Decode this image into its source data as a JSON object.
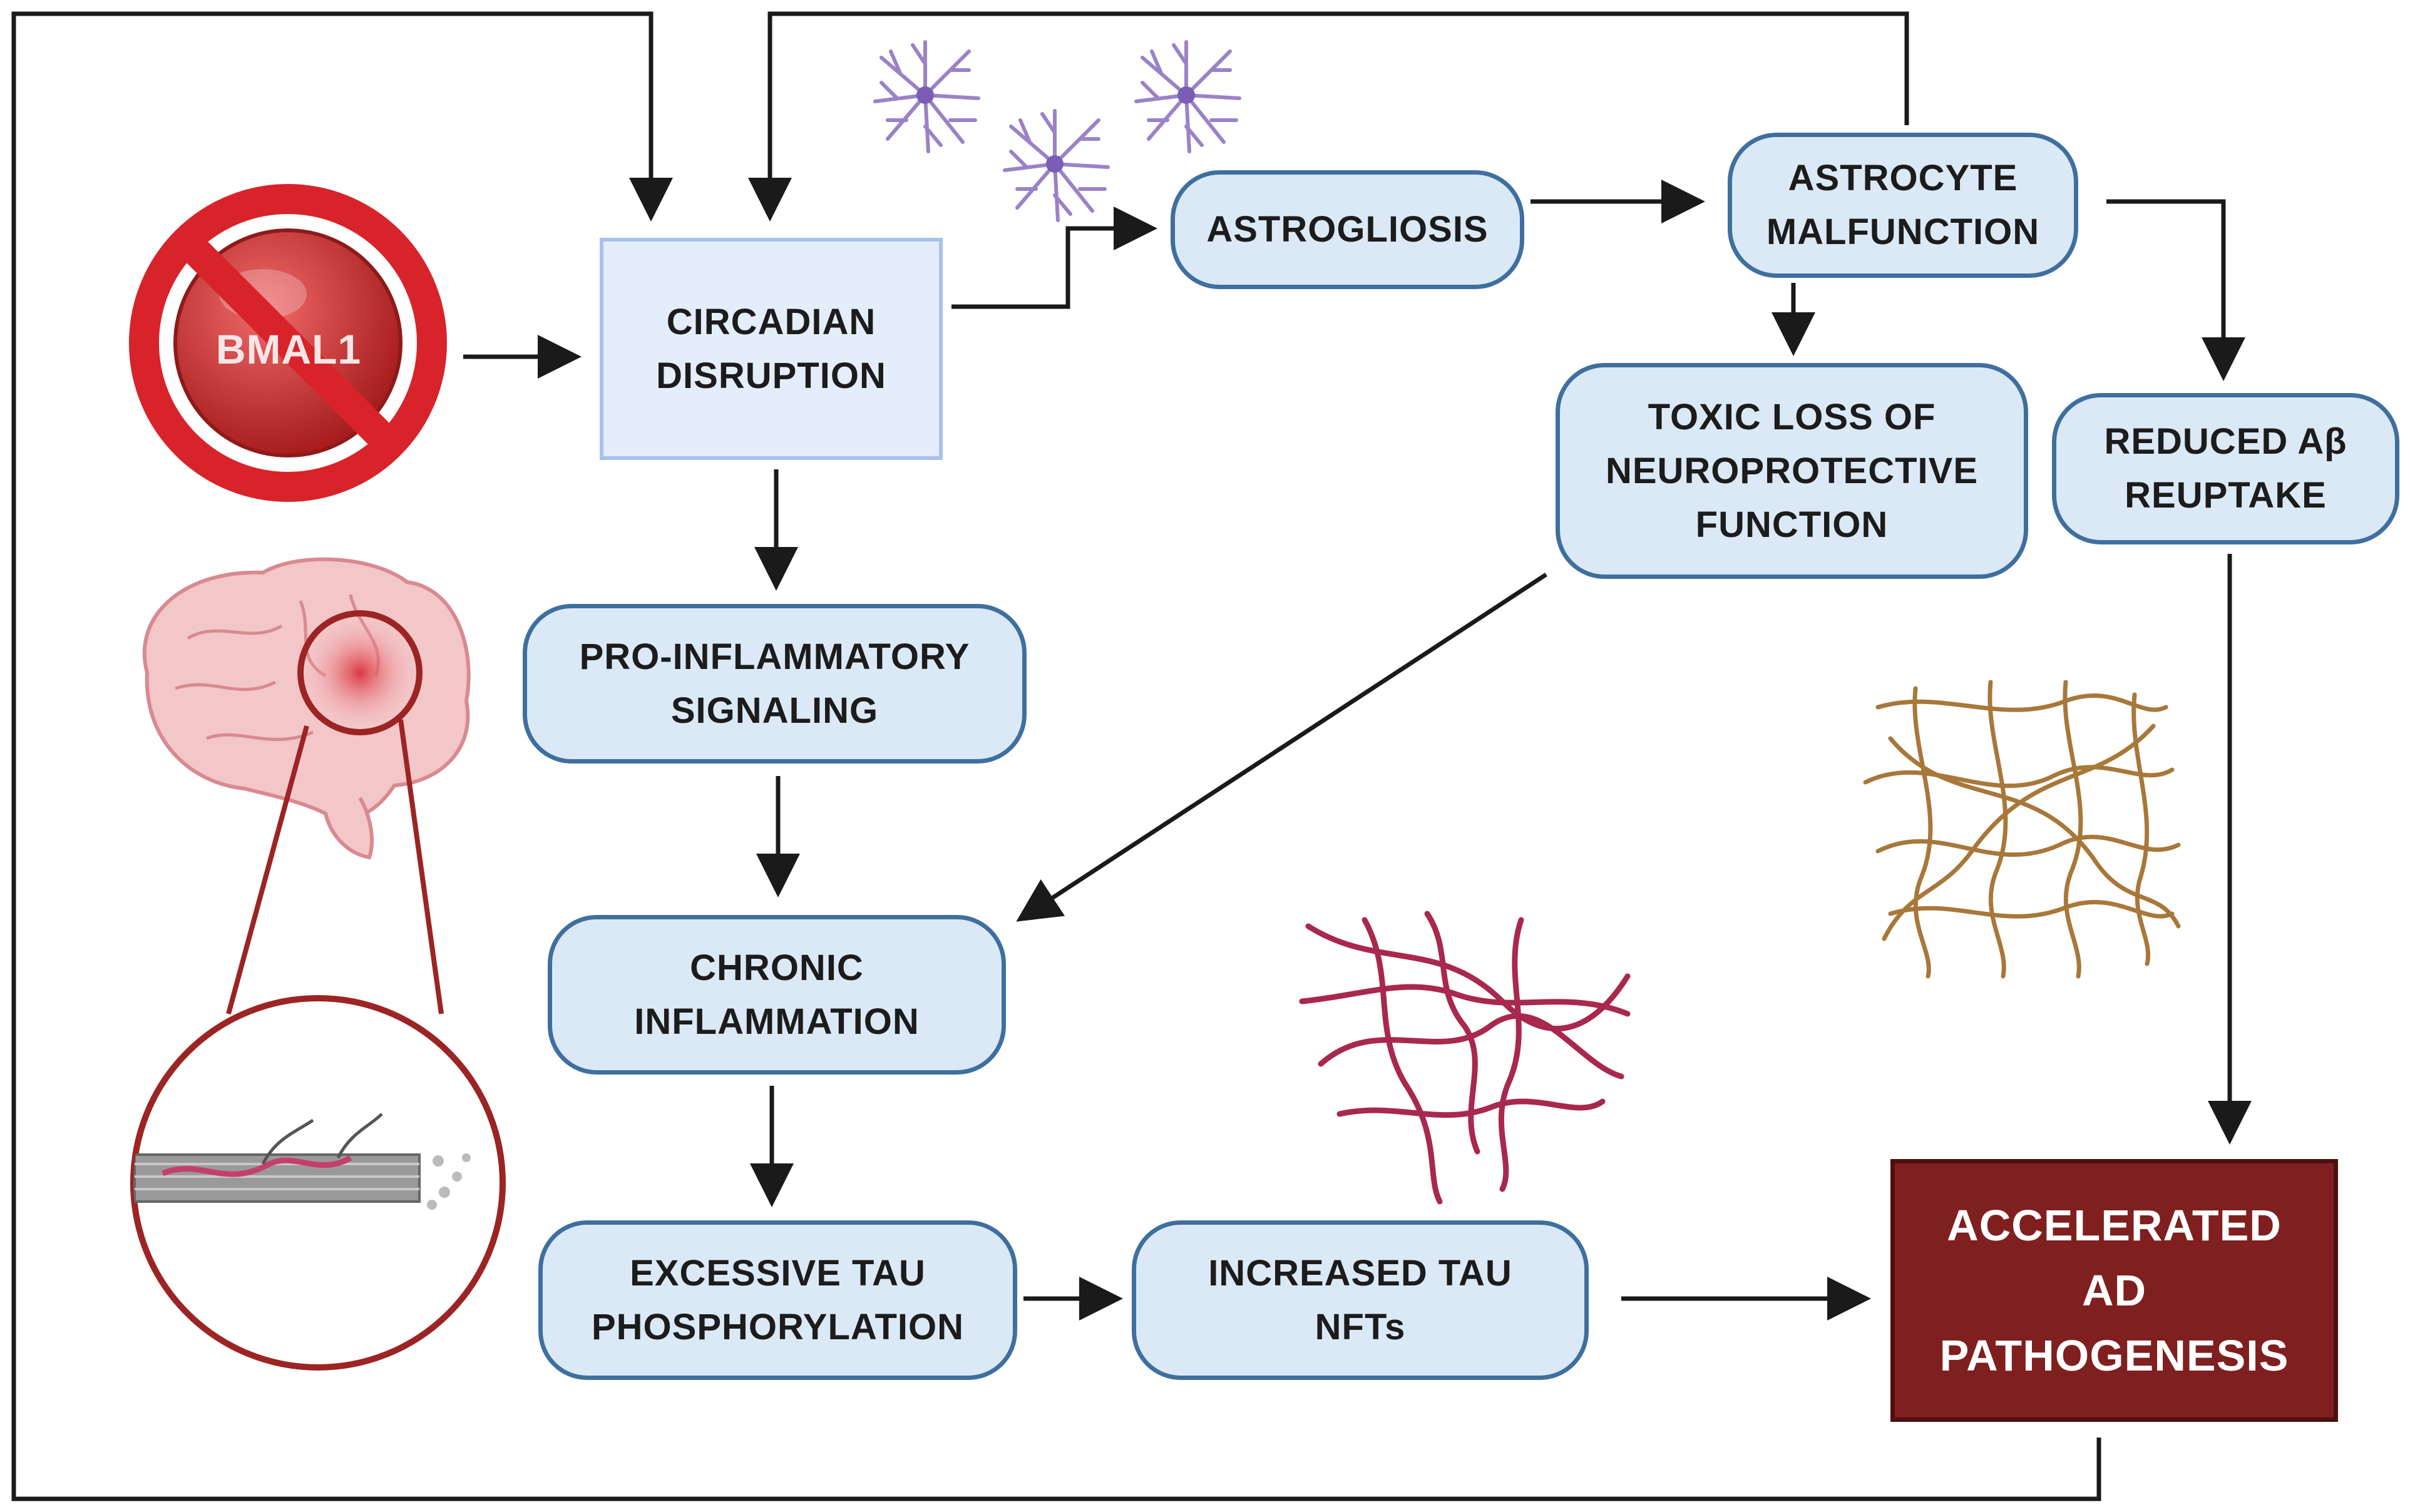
{
  "nodes": {
    "bmal1": {
      "label": "BMAL1"
    },
    "circadian": {
      "lines": [
        "CIRCADIAN",
        "DISRUPTION"
      ]
    },
    "astrogliosis": {
      "lines": [
        "ASTROGLIOSIS"
      ]
    },
    "astrocyte": {
      "lines": [
        "ASTROCYTE",
        "MALFUNCTION"
      ]
    },
    "toxic": {
      "lines": [
        "TOXIC LOSS OF",
        "NEUROPROTECTIVE",
        "FUNCTION"
      ]
    },
    "reduced": {
      "lines": [
        "REDUCED Aβ",
        "REUPTAKE"
      ]
    },
    "proinflammatory": {
      "lines": [
        "PRO-INFLAMMATORY",
        "SIGNALING"
      ]
    },
    "chronic": {
      "lines": [
        "CHRONIC",
        "INFLAMMATION"
      ]
    },
    "excessive": {
      "lines": [
        "EXCESSIVE TAU",
        "PHOSPHORYLATION"
      ]
    },
    "increased": {
      "lines": [
        "INCREASED TAU",
        "NFTs"
      ]
    },
    "accelerated": {
      "lines": [
        "ACCELERATED",
        "AD",
        "PATHOGENESIS"
      ]
    }
  },
  "colors": {
    "pill_fill": "#dbe9f6",
    "pill_border": "#3f6f9e",
    "final_fill": "#7f1f1f",
    "prohibit_red": "#d8232a",
    "arrow": "#1a1a1a"
  },
  "icons": [
    "prohibited-bmal1-icon",
    "astrocyte-cell-icon",
    "brain-icon",
    "magnified-axon-icon",
    "tau-tangle-icon",
    "amyloid-plaque-icon"
  ]
}
